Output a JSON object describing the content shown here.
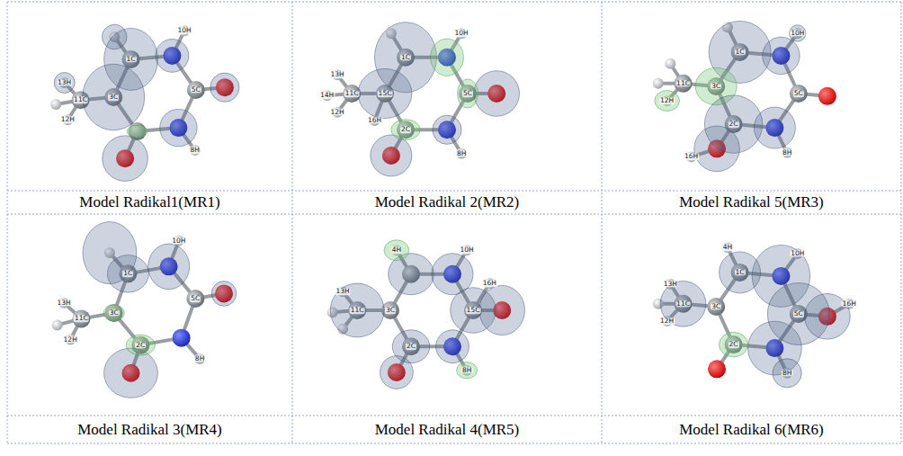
{
  "diagram": {
    "nodes": [
      {
        "text": [
          "Model Radikal1(MR1)"
        ]
      },
      {
        "text": [
          "Model Radikal 2(MR2)"
        ]
      },
      {
        "text": [
          "Model Radikal 5(MR3)"
        ]
      },
      {
        "text": [
          "Model Radikal 3(MR4)"
        ]
      },
      {
        "text": [
          "Model Radikal 4(MR5)"
        ]
      },
      {
        "text": [
          "Model Radikal 6(MR6)"
        ]
      }
    ],
    "labels": [
      "1C",
      "3C",
      "5C",
      "8H",
      "10H",
      "11C",
      "12H",
      "13H",
      "1C",
      "2C",
      "5C",
      "8H",
      "10H",
      "11C",
      "12H",
      "13H",
      "14H",
      "15C",
      "16H",
      "1C",
      "2C",
      "3C",
      "5C",
      "8H",
      "10H",
      "11C",
      "12H",
      "16H",
      "1C",
      "2C",
      "3C",
      "5C",
      "8H",
      "10H",
      "11C",
      "12H",
      "13H",
      "2C",
      "3C",
      "4H",
      "8H",
      "10H",
      "11C",
      "13H",
      "15C",
      "16H",
      "1C",
      "2C",
      "3C",
      "5C",
      "4H",
      "8H",
      "10H",
      "11C",
      "12H",
      "13H",
      "16H"
    ]
  }
}
